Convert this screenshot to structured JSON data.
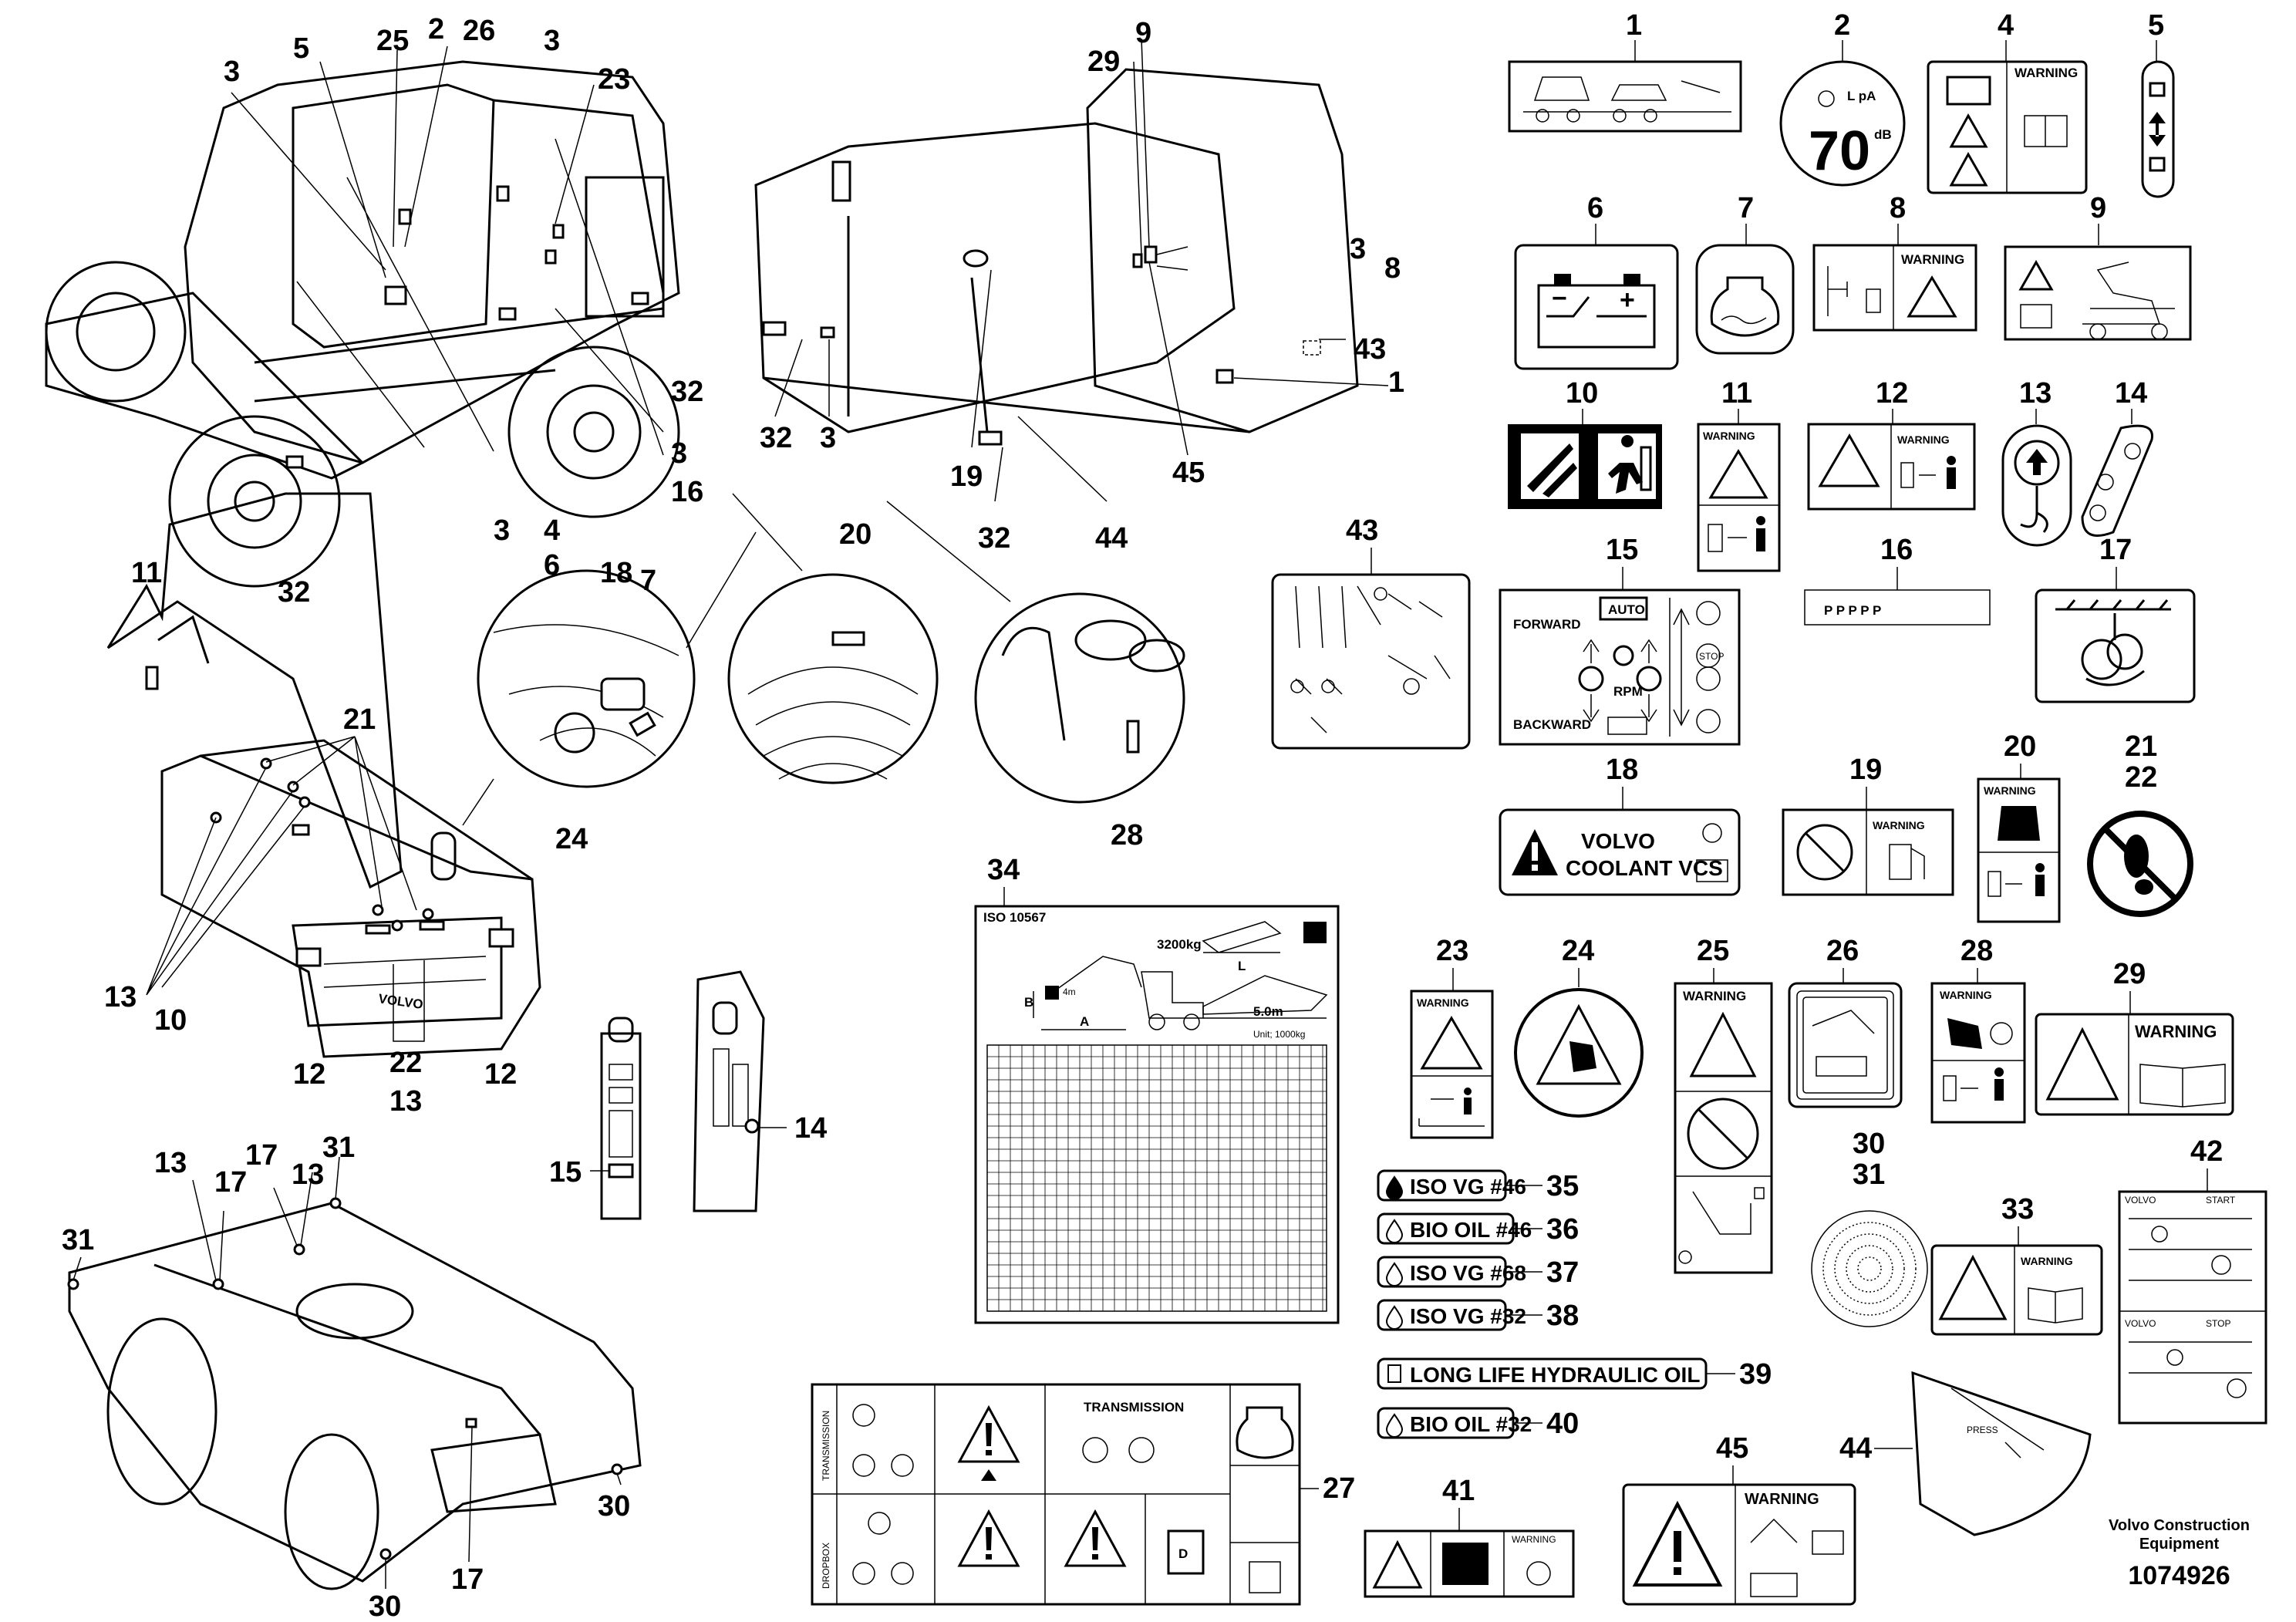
{
  "labels": {
    "l1": "1",
    "l2": "2",
    "l3": "3",
    "l4": "4",
    "l5": "5",
    "l6": "6",
    "l7": "7",
    "l8": "8",
    "l9": "9",
    "l10": "10",
    "l11": "11",
    "l12": "12",
    "l13": "13",
    "l14": "14",
    "l15": "15",
    "l16": "16",
    "l17": "17",
    "l18": "18",
    "l19": "19",
    "l20": "20",
    "l21": "21",
    "l22": "22",
    "l23": "23",
    "l24": "24",
    "l25": "25",
    "l26": "26",
    "l27": "27",
    "l28": "28",
    "l29": "29",
    "l30": "30",
    "l31": "31",
    "l32": "32",
    "l33": "33",
    "l34": "34",
    "l35": "35",
    "l36": "36",
    "l37": "37",
    "l38": "38",
    "l39": "39",
    "l40": "40",
    "l41": "41",
    "l42": "42",
    "l43": "43",
    "l44": "44",
    "l45": "45"
  },
  "decals": {
    "warning": "WARNING",
    "noise_unit": "L pA",
    "noise_value": "70",
    "noise_db": "dB",
    "forward": "FORWARD",
    "backward": "BACKWARD",
    "auto": "AUTO",
    "rpm": "RPM",
    "stop": "STOP",
    "volvo_coolant_line1": "VOLVO",
    "volvo_coolant_line2": "COOLANT VCS",
    "transmission": "TRANSMISSION",
    "dropbox": "DROPBOX",
    "iso_code": "ISO 10567",
    "load": "3200kg",
    "reach": "5.0m",
    "unit": "Unit; 1000kg",
    "dim_a": "A",
    "dim_b": "B",
    "dim_l": "L",
    "dim_4m": "4m",
    "volvo_grille": "VOLVO",
    "start": "START",
    "stop_word": "STOP",
    "press": "PRESS"
  },
  "oil_tags": {
    "t35": "ISO VG #46",
    "t36": "BIO OIL #46",
    "t37": "ISO VG #68",
    "t38": "ISO VG #32",
    "t39": "LONG LIFE HYDRAULIC OIL",
    "t40": "BIO OIL #32"
  },
  "footer": {
    "line1": "Volvo Construction",
    "line2": "Equipment",
    "doc_number": "1074926"
  }
}
